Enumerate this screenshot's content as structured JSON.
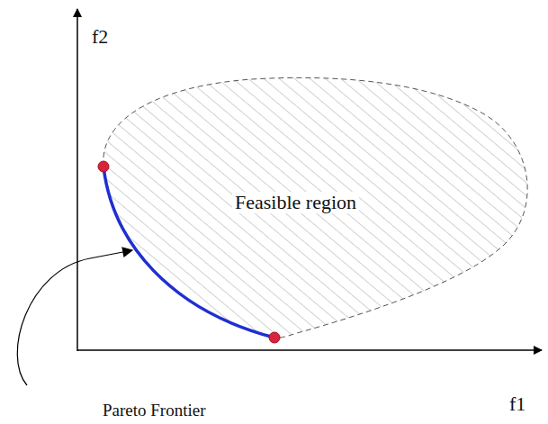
{
  "diagram": {
    "nodes": [
      {
        "text": [
          "Feasible region"
        ]
      }
    ],
    "labels": [
      "f2",
      "f1",
      "Pareto Frontier"
    ]
  }
}
